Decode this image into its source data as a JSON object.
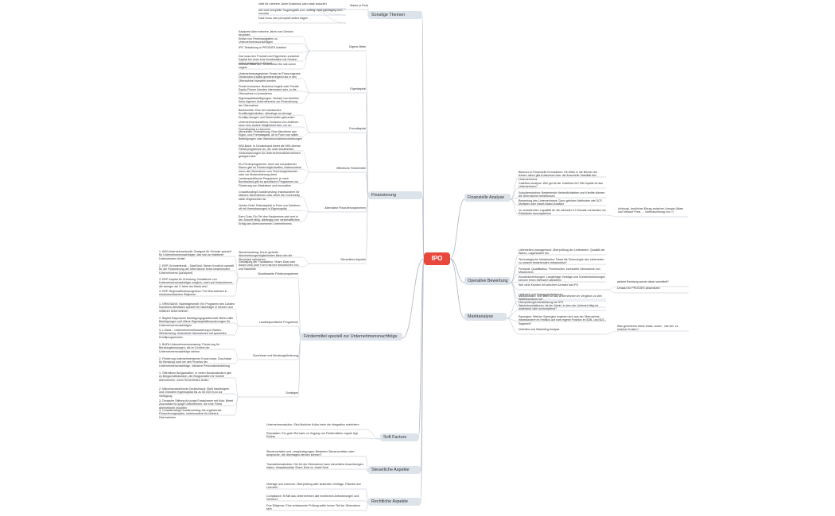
{
  "colors": {
    "root": "#e8483c",
    "branch_bg": "#dde3ea",
    "line": "#b5bec8",
    "text": "#333333"
  },
  "root": {
    "label": "IPO"
  },
  "left": [
    {
      "label": "Sonstige Themen",
      "children": [
        {
          "label": "Marke (z.Roh)",
          "children": [
            {
              "label": "viele für mehrere Jahre Kostenlos oder stark reduziert"
            },
            {
              "label": "wie wird komplette Sugarlogistik und -sorting - und packaging vom Inventar"
            },
            {
              "label": "Kauf muss sich prinzipiell selbst tragen"
            }
          ]
        }
      ]
    },
    {
      "label": "Finanzierung",
      "children": [
        {
          "label": "Eigene Mittel",
          "children": [
            {
              "label": "Kaufpreis über mehrere Jahre vom Gewinn bezahlen"
            },
            {
              "label": "Erlöse von Firmenaufgaben zu Unternehmensvorschlägen"
            },
            {
              "label": "IPO Teilzahlung in PROGIES Anteilen"
            },
            {
              "label": "Dat muss den Produkt und Eigenheim zunächst Kapital bei einer eine Kombination mit Gewinn erlöst weitergeht in Einheit"
            },
            {
              "label": "Investor stiller der Firma selbst Sie sich keine zugest"
            }
          ]
        },
        {
          "label": "Eigenkapital",
          "children": [
            {
              "label": "Unternehmensgewinne: Ersatz ist Firma eigenes Dividenden-Kapital gewinnbringend als in den Übernahme investiert werden"
            },
            {
              "label": "Privat Investoren: Business Angels oder Private Equity Firmen könnten interessiert sein, in die Übernahme zu investieren"
            },
            {
              "label": "Eigenkapitalbeteiligungen: Verkauf von Anteilen Ihres eigenen Unternehmens zur Finanzierung der Übernahme"
            }
          ]
        },
        {
          "label": "Fremdkapital",
          "children": [
            {
              "label": "Bankkredite: Eine der klassischen Kreditmöglichkeiten, allerdings an strenge Kreditprüfungen und Sicherheiten gebunden"
            },
            {
              "label": "Unternehmensanleihen: Emission von Anleihen kann eine andere Möglichkeit sein, um an Fremdkapital zu kommen"
            },
            {
              "label": "Mezzanine-Finanzierung: Eine Mischform aus Eigen- und Fremdkapital, oft in Form von stillen Beteiligungen oder Wandelschuldverschreibungen"
            }
          ]
        },
        {
          "label": "Öffentliche Fördermittel",
          "children": [
            {
              "label": "KfW-Bank: In Deutschland bietet die KfW diverse Förderprogramme an, die unter bestimmten Voraussetzungen für Unternehmensübernahmen geeignet sind"
            },
            {
              "label": "EU-Förderprogramme: Auch auf europäischer Ebene gibt es Fördermöglichkeiten, insbesondere wenn die Übernahme zum Technologietransfer oder zur Modernisierung dient"
            },
            {
              "label": "Landesspezifische Programme: je nach Bundesland gibt es spezifische Programme zur Förderung von Wachstum und Innovation"
            }
          ]
        },
        {
          "label": "Alternative Finanzierungsformen",
          "children": [
            {
              "label": "Crowdfunding/Crowdinvesting: insbesondere für kleinere Übernahmen oder wenn die Community stark eingebunden ist"
            },
            {
              "label": "Vendor Debt: Ratenkapital in Form von Darlehen, oft mit Vereinbarungen in Eigenkapital"
            },
            {
              "label": "Earn-Outs: Ein Teil des Kaufpreises wird erst in der Zukunft fällig, abhängig vom wirtschaftlichen Erfolg des übernommenen Unternehmens"
            }
          ]
        },
        {
          "label": "Steuerliche Aspekte",
          "children": [
            {
              "label": "Steuerberatung: Durch gezielte Abschreibungsmöglichkeiten lässt sich die Steuerlast optimieren"
            },
            {
              "label": "Gestaltung der Transaktion: Share Deal oder Asset Deal, jede Form hat ihre steuerlichen Vor- und Nachteile"
            }
          ]
        }
      ]
    },
    {
      "label": "Fördermittel speziell zur Unternehmensnachfolge",
      "children": [
        {
          "label": "Bundesweite Förderprogramme",
          "children": [
            {
              "label": "1. KfW-Unternehmerkredit: Geeignet für Gründer speziell für Unternehmensnachfolger, das sich an etablierte Unternehmen richtet"
            },
            {
              "label": "2. ERP-Gründerkredit – StartGeld: Dieser Kredit ist speziell für die Finanzierung der Übernahme eines bestehenden Unternehmens (konzipiert)"
            },
            {
              "label": "3. ERP-Kapital für Gründung: Zusätzliche von Unternehmensnachfolger möglich, auch auf Unternehmen, die weniger als 3 Jahre am Markt sind"
            },
            {
              "label": "4. ERP-Regionalförderprogramm: Für Übernahmen in strukturschwachen Regionen"
            }
          ]
        },
        {
          "label": "Landesspezifische Programme",
          "children": [
            {
              "label": "1. NRW.BANK: Nachfolgekredit: Ein Programm des Landes Nordrhein-Westfalen speziell für Nachfolger in kleinen und mittleren Unternehmen"
            },
            {
              "label": "2. BayBG Bayerische Beteiligungsgesellschaft: Bietet stille Beteiligungen und offene Eigenkapitalfinanzierungen für Unternehmensnachfolgen"
            },
            {
              "label": "3. L-Bank – Unternehmensfinanzierung in Baden-Württemberg: Unterstützt Übernahmen mit speziellen Kreditprogrammen"
            }
          ]
        },
        {
          "label": "Zuschüsse und Beratungsförderung",
          "children": [
            {
              "label": "1. BAFA-Unternehmensberatung: Förderung für Beratungsleistungen, die im Kontext der Unternehmensnachfolge stehen"
            },
            {
              "label": "2. Förderung unternehmerischen Know-hows: Zuschüsse für Beratung rund um den Prozess der Unternehmensnachfolge, inklusive Personalentwicklung"
            }
          ]
        },
        {
          "label": "Sonstiges",
          "children": [
            {
              "label": "1. Öffentliche Bürgschaften: In vielen Bundesländern gibt es Bürgschaftsbanken, die Bürgschaften für Kredite übernehmen, wenn Sicherheiten fehlen"
            },
            {
              "label": "2. Mikromezzaninfonds Deutschland: Stellt Nachfolgern und Gründern Eigenkapital bis zu 50.000 Euro zur Verfügung"
            },
            {
              "label": "3. Deutsche Stiftung für junge Erwachsene mit Kids: Bietet Zuschüsse für junge Unternehmer, die eine Firma übernehmen möchten"
            },
            {
              "label": "4. Crowdfunding/Crowdinvesting: Als ergänzende Finanzierungsoption, insbesondere für kleinere Übernahmen"
            }
          ]
        }
      ]
    },
    {
      "label": "Soft Factors",
      "children": [
        {
          "label": "Unternehmenskultur: Sind ähnliche Kultur beim die Integration erleichtern"
        },
        {
          "label": "Reputation: Ein guter Ruf kann zu Zugang von Fördermitteln zugute legt Rechts"
        }
      ]
    },
    {
      "label": "Steuerliche Aspekte",
      "children": [
        {
          "label": "Steuervorteilen und -vergünstigungen: Bestehen Steuervorteilen oder -ansprüche, die übertragen werden können?"
        },
        {
          "label": "Transaktionsstruktur: Die Art der Übernahme kann steuerliche Auswirkungen haben, beispielsweise Share Deal vs. Asset Deal"
        }
      ]
    },
    {
      "label": "Rechtliche Aspekte",
      "children": [
        {
          "label": "Verträge und Lizenzen: Überprüfung aller laufenden Verträge, Patente und Lizenzen"
        },
        {
          "label": "Compliance: Erfüllt das Unternehmen alle rechtlichen Anforderungen und Normen?"
        },
        {
          "label": "Due Diligence: Eine umfassende Prüfung sollte immer Teil der Übernahme sein"
        }
      ]
    }
  ],
  "right": [
    {
      "label": "Finanzielle Analyse",
      "children": [
        {
          "label": "Bilanzen & Finanzielle Kennzahlen: Ein Blick in die Bücher der letzten Jahre gibt Aufschluss über die finanzielle Stabilität des Unternehmens"
        },
        {
          "label": "Cashflow-Analyse: Wie gut ist der Cashflow ist? Wie liquide ist das Unternehmen?"
        },
        {
          "label": "Schuldenstruktur: Bestehende Verbindlichkeiten und Kredite können die Übernahme beeinflussen"
        },
        {
          "label": "Bewertung des Unternehmens: Dazu gehören Methoden wie DCF, Multiples oder Asset-Based Ansätze"
        },
        {
          "label": "Im verlaufenden Liquidität für die nächsten 12 Monate vorhanden um Rückläufer auszugleichen",
          "note": "Achtung!, deutlicher Ertrag zwischen Umsatz (Ware und Verkauf Preis → Vorfinanzierung von ?)"
        }
      ]
    },
    {
      "label": "Operative Bewertung",
      "children": [
        {
          "label": "Lieferketten-management: Überprüfung der Lieferanten, Qualität der Waren, Lagerkosten etc."
        },
        {
          "label": "Technologische Infrastruktur: Passt die Technologie des Lieferanten zu unserer bestehenden Infrastruktur?"
        },
        {
          "label": "Personal: Qualifikation, Firmenkultur, eventuelle Übernahme von Mitarbeitern"
        },
        {
          "label": "Kundenbeziehungen: Langfristige Verträge und Kundenbeziehungen können einen Mehrwert darstellen"
        },
        {
          "label": "Wie viele Kunden mit welchem Umsatz hat IPO",
          "notes": [
            "welche Beratung wurde dabei vermittelt?",
            "Umsatz für PROGIES abschätzen"
          ]
        },
        {
          "label": "Lieferzeit und Vertragslaufzeitraum"
        },
        {
          "label": "Überprüfung/Unterstützung bei IPO"
        }
      ]
    },
    {
      "label": "Marktanalyse",
      "children": [
        {
          "label": "Marktposition: Wie stark ist das Unternehmen im Vergleich zu den Wettbewerbern ist?"
        },
        {
          "label": "Wachstumsfaktoren: Ist der Markt, in dem der Lieferant tätig ist, wachsend oder schrumpfend?"
        },
        {
          "label": "Synergien: Welche Synergien ergeben sich aus der Übernahme, insbesondere im Hinblick auf eure eigene Position im B2B- und B2C-Segment?"
        },
        {
          "label": "Vertriebs und Marketing Analyse",
          "notes": [
            "Was generieren diese leads, woher , wie viel, zu welchen Kosten?"
          ]
        }
      ]
    }
  ]
}
